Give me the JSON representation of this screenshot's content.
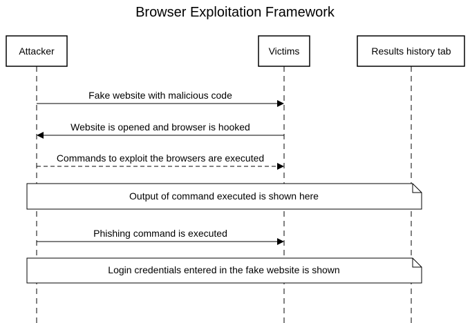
{
  "title": "Browser Exploitation Framework",
  "participants": {
    "attacker": "Attacker",
    "victims": "Victims",
    "results": "Results history tab"
  },
  "messages": [
    {
      "label": "Fake website with malicious code",
      "from": "attacker",
      "to": "victims",
      "style": "solid"
    },
    {
      "label": "Website is opened and browser is hooked",
      "from": "victims",
      "to": "attacker",
      "style": "solid"
    },
    {
      "label": "Commands to exploit the browsers are executed",
      "from": "attacker",
      "to": "victims",
      "style": "dashed"
    },
    {
      "label": "Phishing command is executed",
      "from": "attacker",
      "to": "victims",
      "style": "solid"
    }
  ],
  "notes": [
    {
      "label": "Output of command executed is shown here"
    },
    {
      "label": "Login credentials entered in the fake website is shown"
    }
  ],
  "colors": {
    "stroke": "#000000",
    "background": "#ffffff"
  }
}
